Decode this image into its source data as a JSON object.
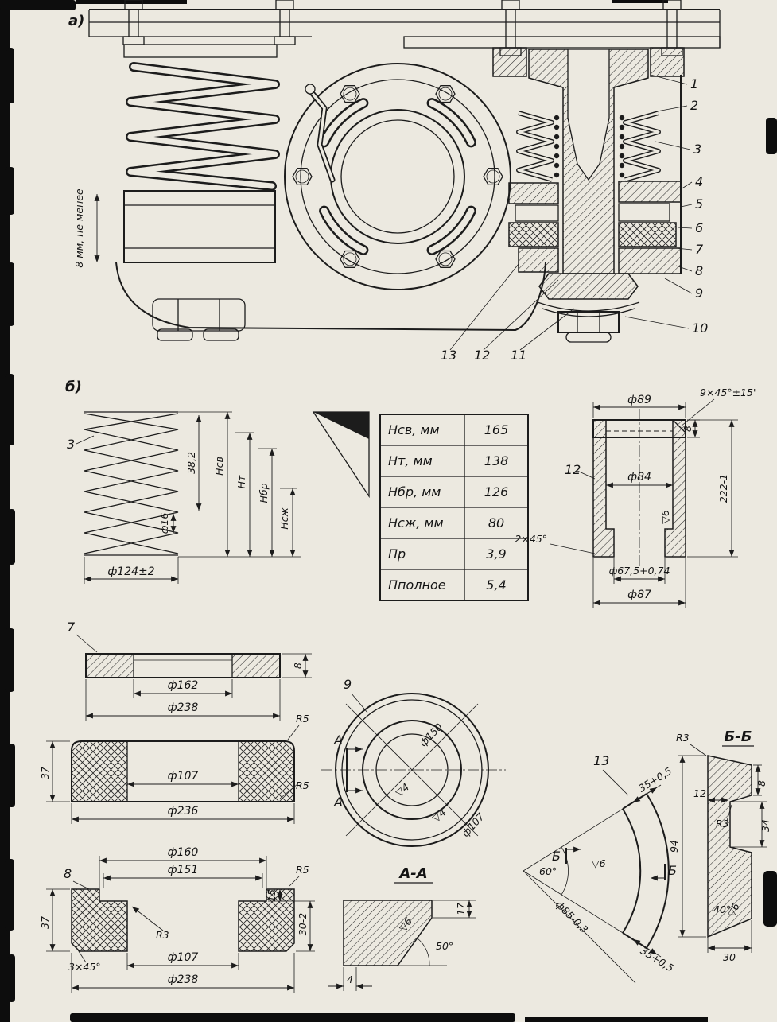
{
  "drawing": {
    "section_a_label": "а)",
    "section_b_label": "б)"
  },
  "assembly": {
    "note_vertical": "8 мм, не менее",
    "callout_1": "1",
    "callout_2": "2",
    "callout_3": "3",
    "callout_4": "4",
    "callout_5": "5",
    "callout_6": "6",
    "callout_7": "7",
    "callout_8": "8",
    "callout_9": "9",
    "callout_10": "10",
    "callout_11": "11",
    "callout_12": "12",
    "callout_13": "13"
  },
  "spring_detail": {
    "callout": "3",
    "dim_pitch": "38,2",
    "dim_wire": "ф16",
    "dim_outer": "ф124±2",
    "dim_h_free": "Нсв",
    "dim_h_t": "Нт",
    "dim_h_br": "Нбр",
    "dim_h_szh": "Нсж"
  },
  "spec_table": {
    "rows": [
      {
        "param": "Нсв, мм",
        "value": "165"
      },
      {
        "param": "Нт, мм",
        "value": "138"
      },
      {
        "param": "Нбр, мм",
        "value": "126"
      },
      {
        "param": "Нсж, мм",
        "value": "80"
      },
      {
        "param": "Пр",
        "value": "3,9"
      },
      {
        "param": "Пполное",
        "value": "5,4"
      }
    ]
  },
  "part12": {
    "callout": "12",
    "dim_d89": "ф89",
    "dim_chamfer_top": "9×45°±15'",
    "dim_t8": "8",
    "dim_h222": "222-1",
    "dim_d84": "ф84",
    "dim_chamfer_bottom": "2×45°",
    "dim_d67": "ф67,5+0,74",
    "dim_d87": "ф87",
    "roughness": "▽6"
  },
  "part7": {
    "callout": "7",
    "dim_d162": "ф162",
    "dim_d238": "ф238",
    "dim_t8": "8",
    "dim_h37": "37",
    "dim_d107": "ф107",
    "dim_d236": "ф236",
    "dim_r5_top": "R5",
    "dim_r5_bottom": "R5"
  },
  "part9": {
    "callout": "9",
    "dim_d150": "ф150",
    "dim_d107": "ф107",
    "section_mark_1": "А",
    "section_mark_2": "А",
    "roughness_1": "▽4",
    "roughness_2": "▽4"
  },
  "part8": {
    "callout": "8",
    "dim_d160": "ф160",
    "dim_d151": "ф151",
    "dim_h15": "15",
    "dim_r5": "R5",
    "dim_h37": "37",
    "dim_r3": "R3",
    "dim_h30": "30-2",
    "dim_chamfer": "3×45°",
    "dim_d107": "ф107",
    "dim_d238": "ф238"
  },
  "section_aa": {
    "title": "А-А",
    "dim_angle": "50°",
    "dim_h17": "17",
    "roughness": "▽6",
    "dim_w4": "4"
  },
  "part13": {
    "callout": "13",
    "dim_angle": "60°",
    "dim_w35_top": "35+0,5",
    "dim_w35_bottom": "35+0,5",
    "dim_d85": "ф85-0,3",
    "section_mark_1": "Б",
    "section_mark_2": "Б",
    "roughness": "▽6"
  },
  "section_bb": {
    "title": "Б-Б",
    "dim_r3_top": "R3",
    "dim_t12": "12",
    "dim_t8": "8",
    "dim_r3_mid": "R3",
    "dim_h34": "34",
    "dim_h94": "94",
    "dim_angle": "40°",
    "roughness": "▽6",
    "dim_w30": "30"
  }
}
